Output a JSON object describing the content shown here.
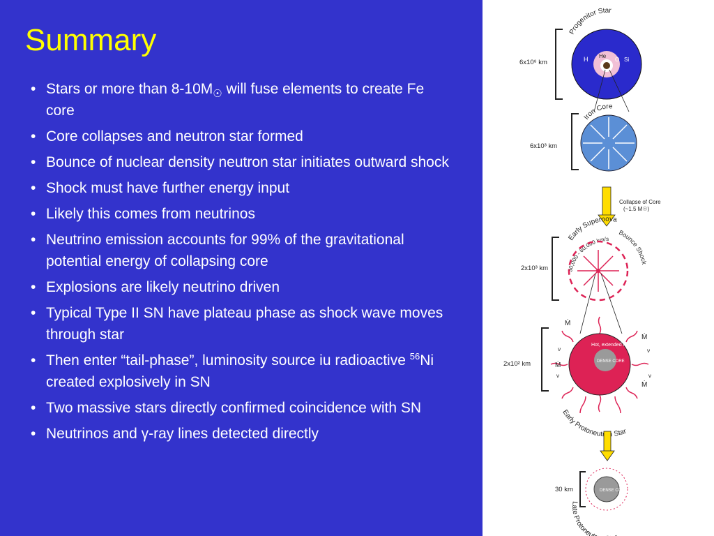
{
  "title": "Summary",
  "bullets": {
    "b1": {
      "pre": "Stars or more than 8-10M",
      "sun": "☉",
      "post": " will fuse elements to create Fe core"
    },
    "b2": "Core collapses and neutron star formed",
    "b3": "Bounce of nuclear density neutron star initiates outward shock",
    "b4": "Shock must have further energy input",
    "b5": "Likely this comes from neutrinos",
    "b6": "Neutrino emission accounts for 99% of the gravitational potential energy of collapsing core",
    "b7": "Explosions are likely neutrino driven",
    "b8": "Typical Type II SN have plateau phase as shock wave moves through star",
    "b9": {
      "pre": "Then enter “tail-phase”, luminosity source iu radioactive ",
      "sup": "56",
      "post": "Ni created explosively in SN"
    },
    "b10": "Two massive stars directly confirmed coincidence with SN",
    "b11": {
      "pre": "Neutrinos and ",
      "gamma": "γ",
      "post": "-ray lines detected directly"
    }
  },
  "diagram": {
    "progenitor_label": "Progenitor Star",
    "progenitor_size": "6x10⁸ km",
    "layer_h": "H",
    "layer_he": "He",
    "layer_o": "O",
    "layer_si": "Si",
    "iron_label": "Iron Core",
    "iron_size": "6x10³ km",
    "collapse_label": "Collapse of Core",
    "collapse_mass": "(~1.5 M☉)",
    "early_sn_label": "Early Supernova",
    "velocity": "30,000 - 60,000 km/s",
    "bounce_label": "Bounce Shock",
    "early_sn_size": "2x10³ km",
    "mantle_label": "Hot, extended mantle",
    "dense_core_label": "DENSE CORE",
    "early_pns_size": "2x10² km",
    "mdot": "Ṁ",
    "nu": "ν",
    "early_pns_label": "Early Protoneutron Star",
    "late_size": "30 km",
    "late_label": "Late Protoneutron Star"
  },
  "colors": {
    "background": "#3333cc",
    "title": "#ffff00",
    "text": "#ffffff",
    "core_red": "#dd2255",
    "iron_blue": "#5b8fd6",
    "arrow_yellow": "#ffdd00"
  }
}
